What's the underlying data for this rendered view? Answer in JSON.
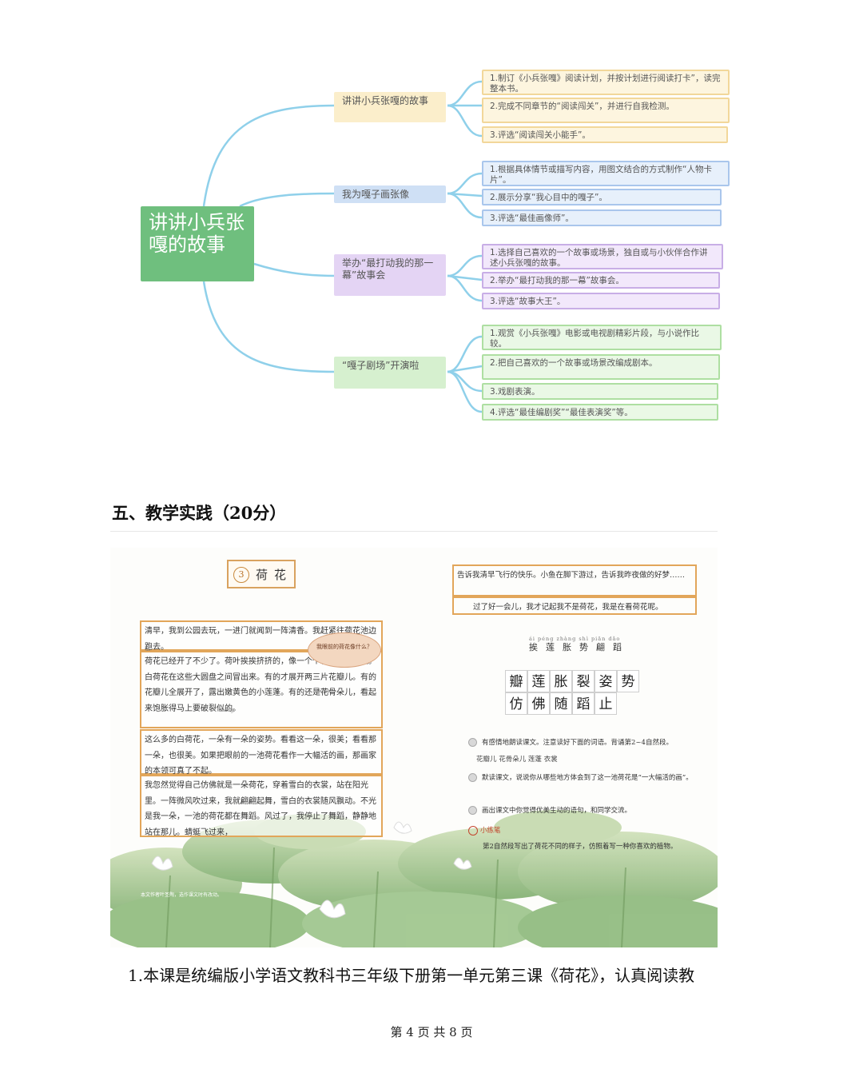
{
  "mindmap": {
    "root": "讲讲小兵张嘎的故事",
    "branches": [
      {
        "label": "讲讲小兵张嘎的故事",
        "items": [
          "1.制订《小兵张嘎》阅读计划，并按计划进行阅读打卡”，读完整本书。",
          "2.完成不同章节的“阅读闯关”，并进行自我检测。",
          "3.评选“阅读闯关小能手”。"
        ]
      },
      {
        "label": "我为嘎子画张像",
        "items": [
          "1.根据具体情节或描写内容，用图文结合的方式制作“人物卡片”。",
          "2.展示分享“我心目中的嘎子”。",
          "3.评选“最佳画像师”。"
        ]
      },
      {
        "label": "举办“最打动我的那一幕”故事会",
        "items": [
          "1.选择自己喜欢的一个故事或场景，独自或与小伙伴合作讲述小兵张嘎的故事。",
          "2.举办“最打动我的那一幕”故事会。",
          "3.评选“故事大王”。"
        ]
      },
      {
        "label": "“嘎子剧场”开演啦",
        "items": [
          "1.观赏《小兵张嘎》电影或电视剧精彩片段，与小说作比较。",
          "2.把自己喜欢的一个故事或场景改编成剧本。",
          "3.戏剧表演。",
          "4.评选“最佳编剧奖”“最佳表演奖”等。"
        ]
      }
    ]
  },
  "section_title": "五、教学实践（20分）",
  "textbook": {
    "lesson_number": "3",
    "lesson_title": "荷花",
    "bubble": "我眼前的荷花像什么？",
    "paragraphs": [
      "清早，我到公园去玩，一进门就闻到一阵清香。我赶紧往荷花池边跑去。",
      "荷花已经开了不少了。荷叶挨挨挤挤的，像一个个碧绿的大圆盘。白荷花在这些大圆盘之间冒出来。有的才展开两三片花瓣儿。有的花瓣儿全展开了，露出嫩黄色的小莲蓬。有的还是花骨朵儿，看起来饱胀得马上要破裂似的。",
      "这么多的白荷花，一朵有一朵的姿势。看看这一朵，很美；看看那一朵，也很美。如果把眼前的一池荷花看作一大幅活的画，那画家的本领可真了不起。",
      "我忽然觉得自己仿佛就是一朵荷花，穿着雪白的衣裳，站在阳光里。一阵微风吹过来，我就翩翩起舞，雪白的衣裳随风飘动。不光是我一朵，一池的荷花都在舞蹈。风过了，我停止了舞蹈，静静地站在那儿。蜻蜓飞过来，"
    ],
    "caption": "本文作者叶圣陶，选作课文时有改动。",
    "pinyin": {
      "ai": "āi",
      "zhang": "zhàng",
      "peng": "péng"
    },
    "right_top": "告诉我清早飞行的快乐。小鱼在脚下游过，告诉我昨夜做的好梦……",
    "right_second": "过了好一会儿，我才记起我不是荷花，我是在看荷花呢。",
    "vocab_pinyin": "ái  péng zhàng shì  piān  dǎo",
    "vocab_row": "挨莲胀势翩蹈",
    "chars_row1": [
      "瓣",
      "莲",
      "胀",
      "裂",
      "姿",
      "势"
    ],
    "chars_row2": [
      "仿",
      "佛",
      "随",
      "蹈",
      "止"
    ],
    "tasks": [
      "有感情地朗读课文。注意读好下面的词语。背诵第2~4自然段。",
      "默读课文，说说你从哪些地方体会到了这一池荷花是“一大幅活的画”。",
      "画出课文中你觉得优美生动的语句，和同学交流。"
    ],
    "task1_words": "花瓣儿     花骨朵儿     莲蓬     衣裳",
    "practice_label": "小练笔",
    "practice_text": "第2自然段写出了荷花不同的样子，仿照着写一种你喜欢的植物。"
  },
  "question": "1.本课是统编版小学语文教科书三年级下册第一单元第三课《荷花》，认真阅读教",
  "footer": "第 4 页 共 8 页",
  "colors": {
    "root": "#6fbf7e",
    "yellow": "#fbeecb",
    "blue": "#cfe0f5",
    "purple": "#e4d4f4",
    "green": "#d6f0cf",
    "lotus_leaf": "#9cc48a"
  }
}
